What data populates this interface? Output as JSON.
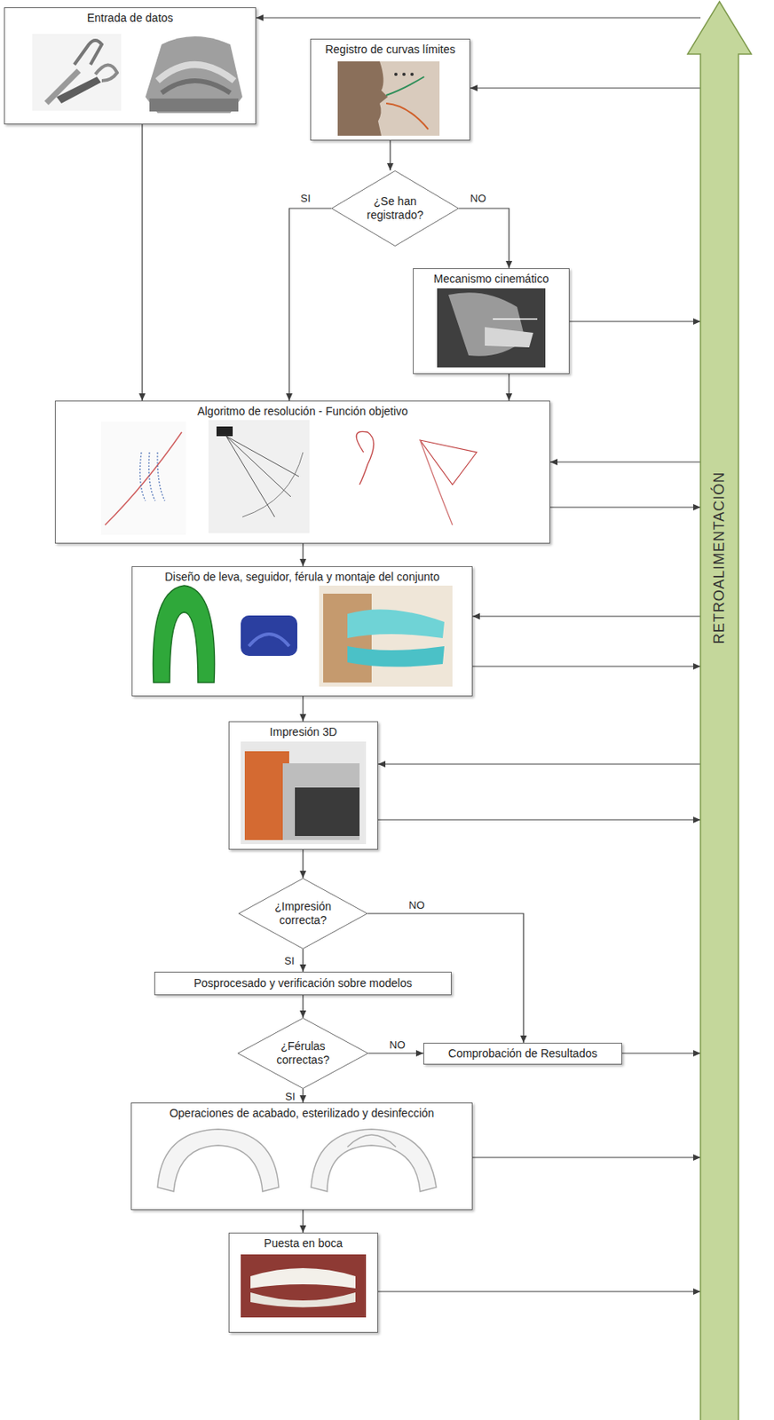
{
  "diagram": {
    "nodes": [
      {
        "text": [
          "Entrada de datos"
        ]
      },
      {
        "text": [
          "Registro de curvas límites"
        ]
      },
      {
        "text": [
          "¿Se han registrado?"
        ]
      },
      {
        "text": [
          "Mecanismo cinemático"
        ]
      },
      {
        "text": [
          "Algoritmo de resolución - Función objetivo"
        ]
      },
      {
        "text": [
          "Diseño de leva, seguidor, férula y montaje del conjunto"
        ]
      },
      {
        "text": [
          "Impresión 3D"
        ]
      },
      {
        "text": [
          "¿Impresión correcta?"
        ]
      },
      {
        "text": [
          "Posprocesado y verificación sobre modelos"
        ]
      },
      {
        "text": [
          "¿Férulas correctas?"
        ]
      },
      {
        "text": [
          "Comprobación de Resultados"
        ]
      },
      {
        "text": [
          "Operaciones de acabado, esterilizado y desinfección"
        ]
      },
      {
        "text": [
          "Puesta en boca"
        ]
      },
      {
        "text": [
          "RETROALIMENTACIÓN"
        ]
      }
    ],
    "edges": [
      {
        "from": 0,
        "to": 4,
        "arrow": "to"
      },
      {
        "from": 1,
        "to": 2,
        "arrow": "to"
      },
      {
        "from": 2,
        "to": 4,
        "label": "SI",
        "arrow": "to"
      },
      {
        "from": 2,
        "to": 3,
        "label": "NO",
        "arrow": "to"
      },
      {
        "from": 3,
        "to": 4,
        "arrow": "to"
      },
      {
        "from": 4,
        "to": 5,
        "arrow": "to"
      },
      {
        "from": 5,
        "to": 6,
        "arrow": "to"
      },
      {
        "from": 6,
        "to": 7,
        "arrow": "to"
      },
      {
        "from": 7,
        "to": 8,
        "label": "SI",
        "arrow": "to"
      },
      {
        "from": 7,
        "to": 10,
        "label": "NO",
        "arrow": "to"
      },
      {
        "from": 8,
        "to": 9,
        "arrow": "to"
      },
      {
        "from": 9,
        "to": 10,
        "label": "NO",
        "arrow": "to"
      },
      {
        "from": 9,
        "to": 11,
        "label": "SI",
        "arrow": "to"
      },
      {
        "from": 11,
        "to": 12,
        "arrow": "to"
      },
      {
        "from": 13,
        "to": 0,
        "arrow": "to"
      },
      {
        "from": 13,
        "to": 1,
        "arrow": "to"
      },
      {
        "from": 3,
        "to": 13,
        "arrow": "to"
      },
      {
        "from": 13,
        "to": 4,
        "arrow": "to"
      },
      {
        "from": 4,
        "to": 13,
        "arrow": "to"
      },
      {
        "from": 13,
        "to": 5,
        "arrow": "to"
      },
      {
        "from": 5,
        "to": 13,
        "arrow": "to"
      },
      {
        "from": 13,
        "to": 6,
        "arrow": "to"
      },
      {
        "from": 6,
        "to": 13,
        "arrow": "to"
      },
      {
        "from": 10,
        "to": 13,
        "arrow": "to"
      },
      {
        "from": 11,
        "to": 13,
        "arrow": "to"
      },
      {
        "from": 12,
        "to": 13,
        "arrow": "to"
      }
    ]
  }
}
